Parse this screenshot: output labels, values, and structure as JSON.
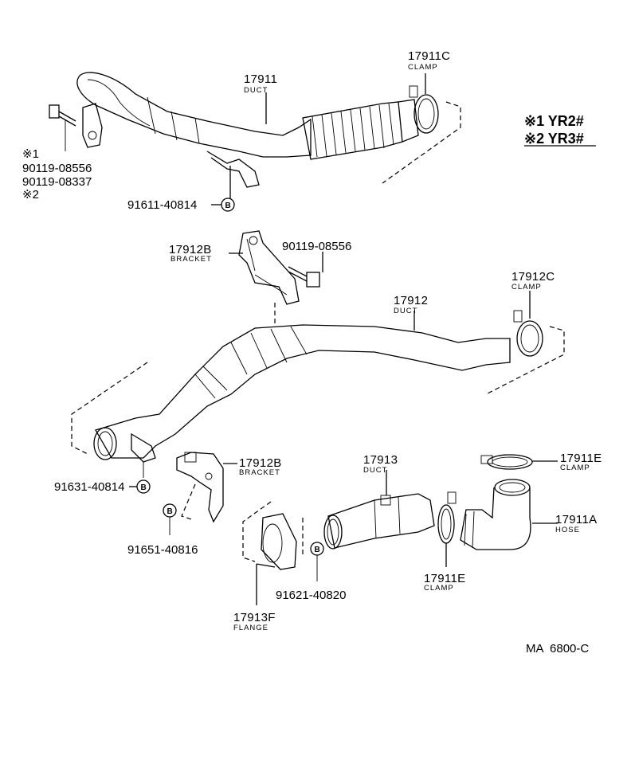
{
  "legend": {
    "row1": "※1 YR2#",
    "row2": "※2 YR3#"
  },
  "duct_17911": {
    "part": "17911",
    "name": "DUCT"
  },
  "clamp_17911c": {
    "part": "17911C",
    "name": "CLAMP"
  },
  "bolt_top": {
    "mark1": "※1",
    "code1": "90119-08556",
    "code2": "90119-08337",
    "mark2": "※2"
  },
  "nut_91611": {
    "code": "91611-40814",
    "badge": "B"
  },
  "bracket_17912b_top": {
    "part": "17912B",
    "name": "BRACKET"
  },
  "bolt_90119": {
    "code": "90119-08556"
  },
  "clamp_17912c": {
    "part": "17912C",
    "name": "CLAMP"
  },
  "duct_17912": {
    "part": "17912",
    "name": "DUCT"
  },
  "nut_91631": {
    "code": "91631-40814",
    "badge": "B"
  },
  "bracket_17912b_bottom": {
    "part": "17912B",
    "name": "BRACKET"
  },
  "nut_91651": {
    "code": "91651-40816",
    "badge": "B"
  },
  "duct_17913": {
    "part": "17913",
    "name": "DUCT"
  },
  "clamp_17911e_top": {
    "part": "17911E",
    "name": "CLAMP"
  },
  "hose_17911a": {
    "part": "17911A",
    "name": "HOSE"
  },
  "clamp_17911e_bottom": {
    "part": "17911E",
    "name": "CLAMP"
  },
  "nut_91621": {
    "code": "91621-40820",
    "badge": "B"
  },
  "flange_17913f": {
    "part": "17913F",
    "name": "FLANGE"
  },
  "diagram_ref": "MA  6800-C"
}
